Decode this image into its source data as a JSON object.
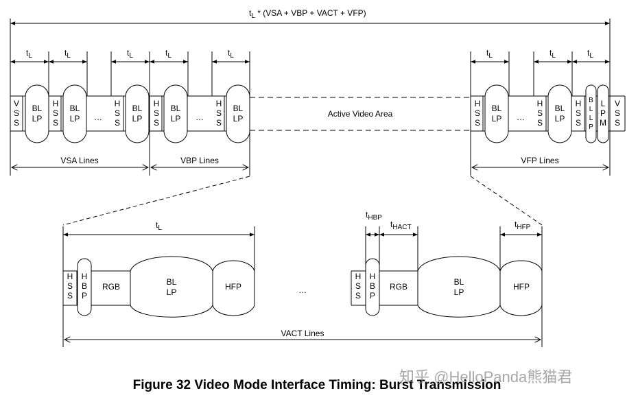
{
  "total": {
    "t": "t",
    "sub": "L",
    "rest": " * (VSA + VBP + VACT + VFP)"
  },
  "top": {
    "tl": {
      "t": "t",
      "sub": "L"
    },
    "hss": "H\nS\nS",
    "vss": "V\nS\nS",
    "bllp": "BL\nLP",
    "bllp_narrow": "B\nL\nL\nP",
    "lpm": "L\nP\nM",
    "ellipsis": "…",
    "active": "Active Video Area",
    "vsa_lines": "VSA Lines",
    "vbp_lines": "VBP Lines",
    "vfp_lines": "VFP Lines"
  },
  "bottom": {
    "tl": {
      "t": "t",
      "sub": "L"
    },
    "thbp": {
      "t": "t",
      "sub": "HBP"
    },
    "thact": {
      "t": "t",
      "sub": "HACT"
    },
    "thfp": {
      "t": "t",
      "sub": "HFP"
    },
    "hss": "H\nS\nS",
    "hbp": "H\nB\nP",
    "rgb": "RGB",
    "bllp": "BL\nLP",
    "hfp": "HFP",
    "ellipsis": "…",
    "vact_lines": "VACT Lines"
  },
  "caption": "Figure 32 Video Mode Interface Timing: Burst Transmission",
  "watermark": "知乎 @HelloPanda熊猫君"
}
